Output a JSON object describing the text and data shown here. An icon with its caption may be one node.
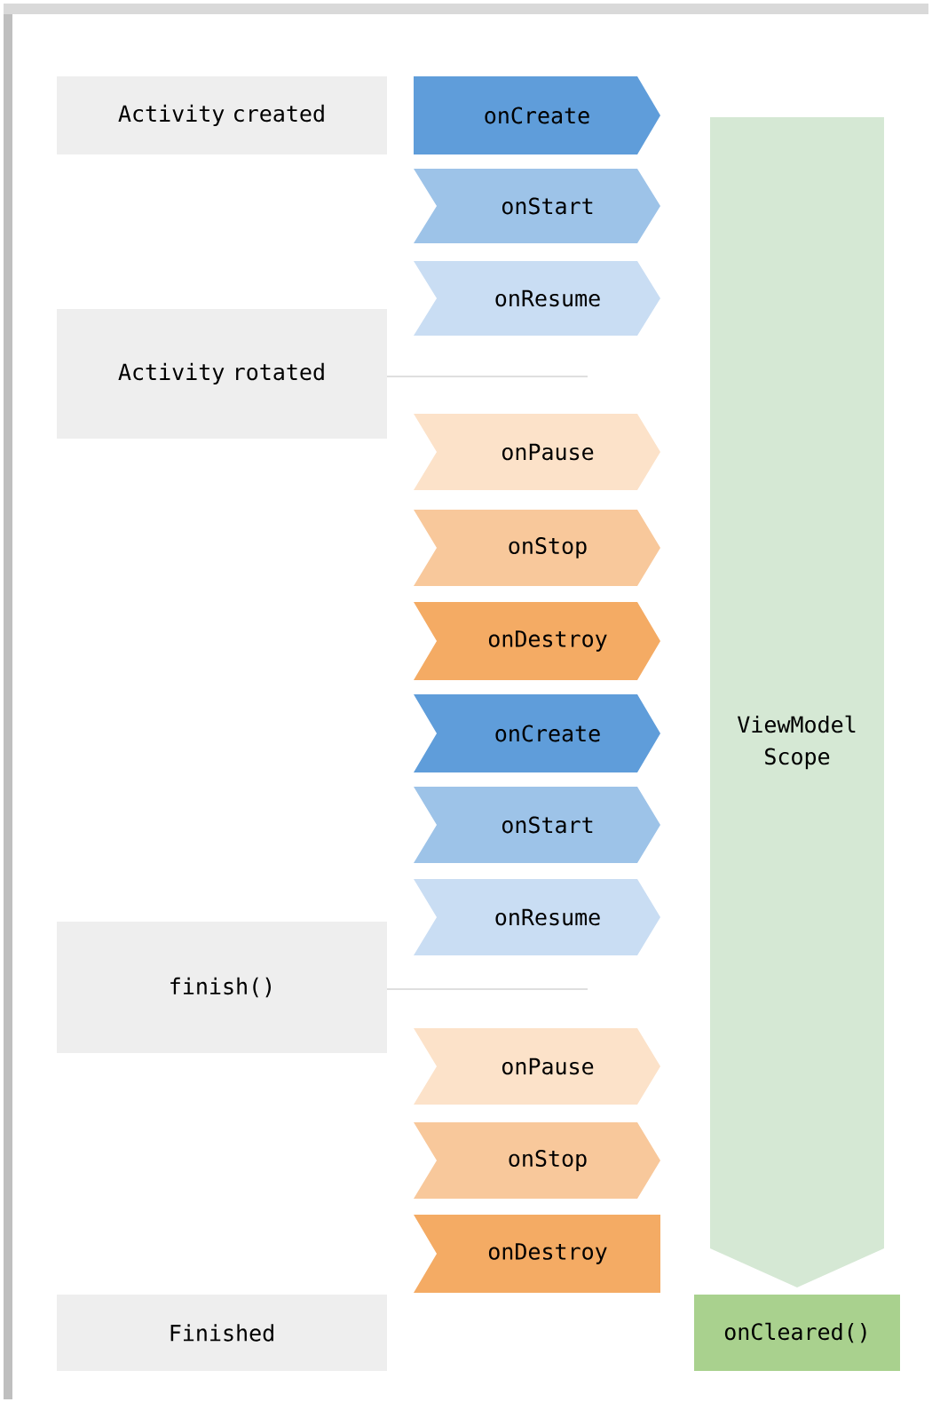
{
  "diagram": {
    "nodes": [
      {
        "text": [
          "Activity created"
        ]
      },
      {
        "text": [
          "onCreate"
        ]
      },
      {
        "text": [
          "onStart"
        ]
      },
      {
        "text": [
          "onResume"
        ]
      },
      {
        "text": [
          "Activity rotated"
        ]
      },
      {
        "text": [
          "onPause"
        ]
      },
      {
        "text": [
          "onStop"
        ]
      },
      {
        "text": [
          "onDestroy"
        ]
      },
      {
        "text": [
          "onCreate"
        ]
      },
      {
        "text": [
          "onStart"
        ]
      },
      {
        "text": [
          "onResume"
        ]
      },
      {
        "text": [
          "finish()"
        ]
      },
      {
        "text": [
          "onPause"
        ]
      },
      {
        "text": [
          "onStop"
        ]
      },
      {
        "text": [
          "onDestroy"
        ]
      },
      {
        "text": [
          "ViewModel Scope"
        ]
      },
      {
        "text": [
          "Finished"
        ]
      },
      {
        "text": [
          "onCleared()"
        ]
      }
    ]
  }
}
